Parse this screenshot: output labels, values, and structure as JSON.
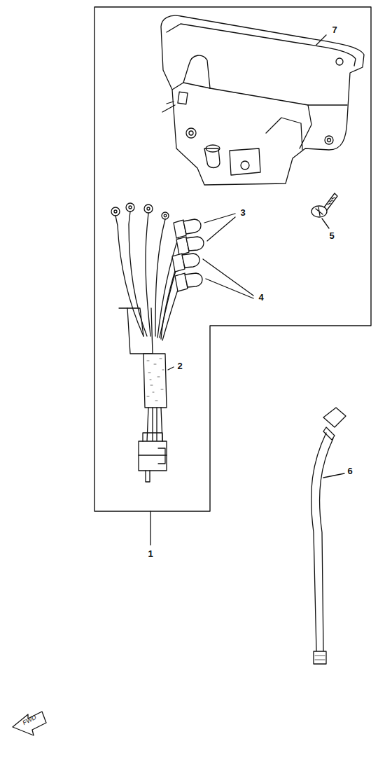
{
  "diagram": {
    "labels": [
      "7",
      "3",
      "5",
      "4",
      "2",
      "6",
      "1",
      "FWD"
    ]
  }
}
